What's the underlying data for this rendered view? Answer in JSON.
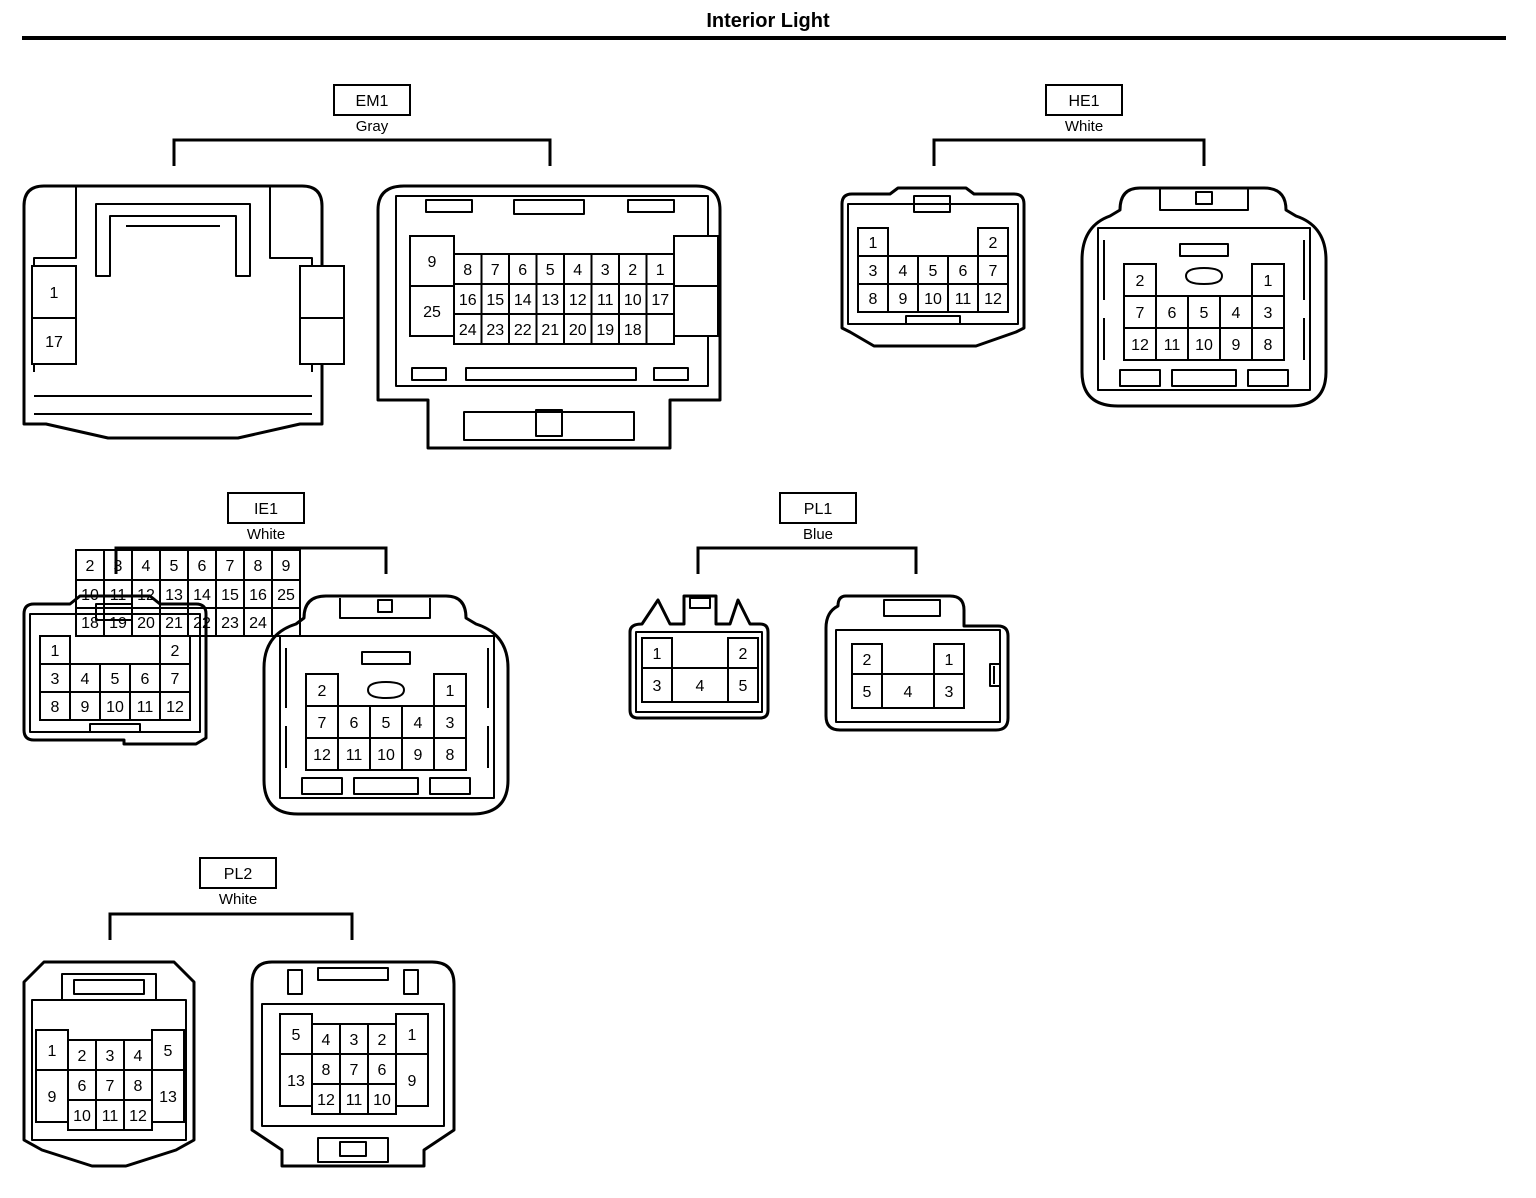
{
  "page": {
    "title": "Interior Light"
  },
  "connectors": [
    {
      "code": "EM1",
      "color": "Gray",
      "views": [
        {
          "cols": [
            [
              "1",
              "17"
            ],
            [
              "2",
              "10",
              "18"
            ],
            [
              "3",
              "11",
              "19"
            ],
            [
              "4",
              "12",
              "20"
            ],
            [
              "5",
              "13",
              "21"
            ],
            [
              "6",
              "14",
              "22"
            ],
            [
              "7",
              "15",
              "23"
            ],
            [
              "8",
              "16",
              "24"
            ],
            [
              "9",
              "25"
            ]
          ]
        },
        {
          "cols": [
            [
              "9",
              "25"
            ],
            [
              "8",
              "16",
              "24"
            ],
            [
              "7",
              "15",
              "23"
            ],
            [
              "6",
              "14",
              "22"
            ],
            [
              "5",
              "13",
              "21"
            ],
            [
              "4",
              "12",
              "20"
            ],
            [
              "3",
              "11",
              "19"
            ],
            [
              "2",
              "10",
              "18"
            ],
            [
              "1",
              "17"
            ]
          ]
        }
      ]
    },
    {
      "code": "HE1",
      "color": "White",
      "views": [
        {
          "cols": [
            [
              "1",
              "3",
              "8"
            ],
            [
              "4",
              "9"
            ],
            [
              "5",
              "10"
            ],
            [
              "6",
              "11"
            ],
            [
              "2",
              "7",
              "12"
            ]
          ]
        },
        {
          "cols": [
            [
              "2",
              "7",
              "12"
            ],
            [
              "6",
              "11"
            ],
            [
              "5",
              "10"
            ],
            [
              "4",
              "9"
            ],
            [
              "1",
              "3",
              "8"
            ]
          ]
        }
      ]
    },
    {
      "code": "IE1",
      "color": "White",
      "views": [
        {
          "cols": [
            [
              "1",
              "3",
              "8"
            ],
            [
              "4",
              "9"
            ],
            [
              "5",
              "10"
            ],
            [
              "6",
              "11"
            ],
            [
              "2",
              "7",
              "12"
            ]
          ]
        },
        {
          "cols": [
            [
              "2",
              "7",
              "12"
            ],
            [
              "6",
              "11"
            ],
            [
              "5",
              "10"
            ],
            [
              "4",
              "9"
            ],
            [
              "1",
              "3",
              "8"
            ]
          ]
        }
      ]
    },
    {
      "code": "PL1",
      "color": "Blue",
      "views": [
        {
          "cols": [
            [
              "1",
              "3"
            ],
            [
              "4"
            ],
            [
              "2",
              "5"
            ]
          ]
        },
        {
          "cols": [
            [
              "2",
              "5"
            ],
            [
              "4"
            ],
            [
              "1",
              "3"
            ]
          ]
        }
      ]
    },
    {
      "code": "PL2",
      "color": "White",
      "views": [
        {
          "cols": [
            [
              "1",
              "9"
            ],
            [
              "2",
              "6",
              "10"
            ],
            [
              "3",
              "7",
              "11"
            ],
            [
              "4",
              "8",
              "12"
            ],
            [
              "5",
              "13"
            ]
          ]
        },
        {
          "cols": [
            [
              "5",
              "13"
            ],
            [
              "4",
              "8",
              "12"
            ],
            [
              "3",
              "7",
              "11"
            ],
            [
              "2",
              "6",
              "10"
            ],
            [
              "1",
              "9"
            ]
          ]
        }
      ]
    }
  ]
}
